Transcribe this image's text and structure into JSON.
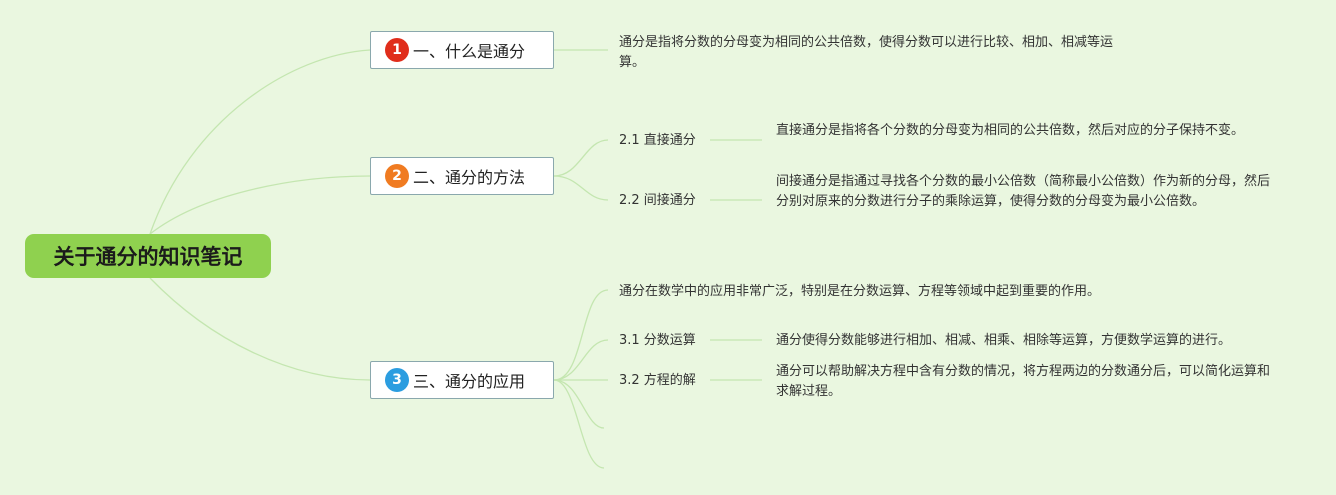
{
  "root": {
    "title": "关于通分的知识笔记"
  },
  "topics": [
    {
      "number": "1",
      "title": "一、什么是通分",
      "color": "#e02d1b",
      "description": "通分是指将分数的分母变为相同的公共倍数，使得分数可以进行比较、相加、相减等运算。"
    },
    {
      "number": "2",
      "title": "二、通分的方法",
      "color": "#f07b21",
      "subs": [
        {
          "label": "2.1 直接通分",
          "description": "直接通分是指将各个分数的分母变为相同的公共倍数，然后对应的分子保持不变。"
        },
        {
          "label": "2.2 间接通分",
          "description": "间接通分是指通过寻找各个分数的最小公倍数（简称最小公倍数）作为新的分母，然后分别对原来的分数进行分子的乘除运算，使得分数的分母变为最小公倍数。"
        }
      ]
    },
    {
      "number": "3",
      "title": "三、通分的应用",
      "color": "#2b9de0",
      "intro": "通分在数学中的应用非常广泛，特别是在分数运算、方程等领域中起到重要的作用。",
      "subs": [
        {
          "label": "3.1 分数运算",
          "description": "通分使得分数能够进行相加、相减、相乘、相除等运算，方便数学运算的进行。"
        },
        {
          "label": "3.2 方程的解",
          "description": "通分可以帮助解决方程中含有分数的情况，将方程两边的分数通分后，可以简化运算和求解过程。"
        }
      ]
    }
  ],
  "colors": {
    "background": "#eaf7e0",
    "root": "#8fd14f",
    "link": "#c4e6b0"
  }
}
